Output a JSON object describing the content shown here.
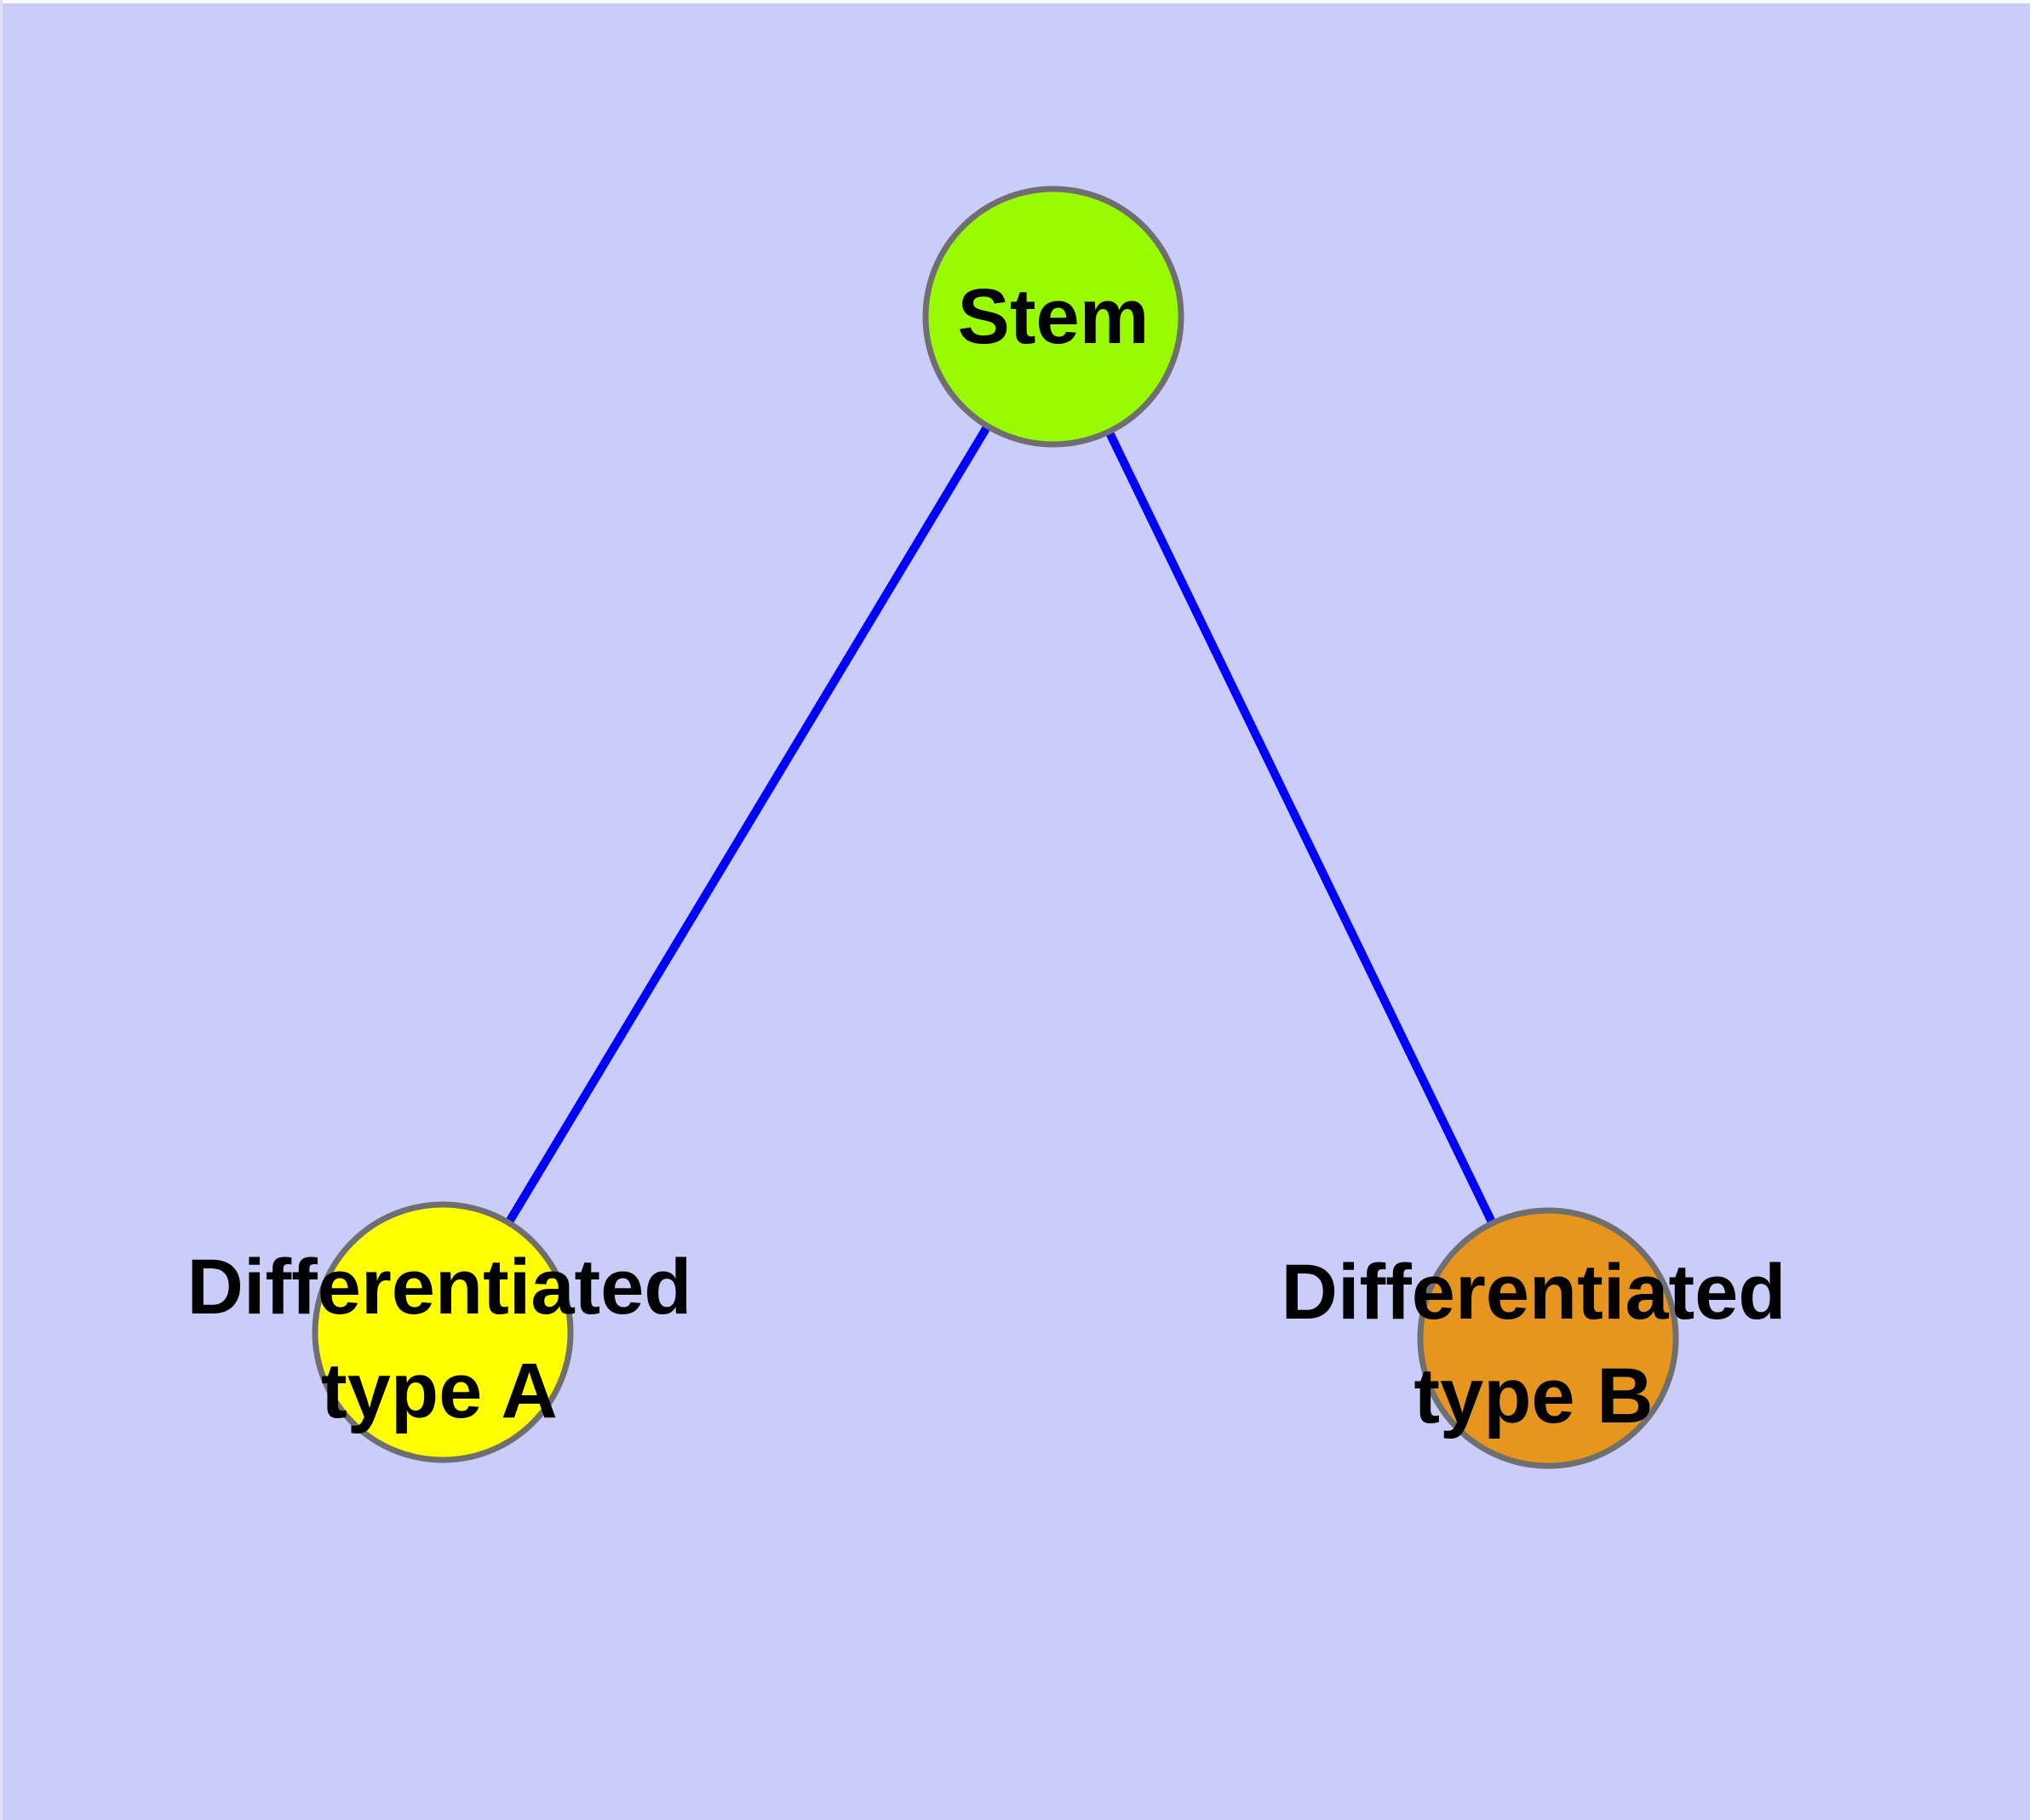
{
  "diagram": {
    "background_color": "#CACCFA",
    "label_color": "#000000",
    "frame": {
      "top_highlight_color": "#FBFBFE",
      "left_highlight_color": "#DEDEF6"
    },
    "nodes": [
      {
        "id": "stem",
        "label": "Stem",
        "fill_color": "#9AFB00",
        "border_color": "#6F6F6F"
      },
      {
        "id": "differentiated-type-a",
        "label_line1": "Differentiated",
        "label_line2": "type A",
        "fill_color": "#FFFF00",
        "border_color": "#6F6F6F"
      },
      {
        "id": "differentiated-type-b",
        "label_line1": "Differentiated",
        "label_line2": "type B",
        "fill_color": "#E6961E",
        "border_color": "#6F6F6F"
      }
    ],
    "edges": [
      {
        "from": "Stem",
        "to": "Differentiated type A",
        "color": "#0000FF"
      },
      {
        "from": "Stem",
        "to": "Differentiated type B",
        "color": "#0000FF"
      }
    ]
  }
}
